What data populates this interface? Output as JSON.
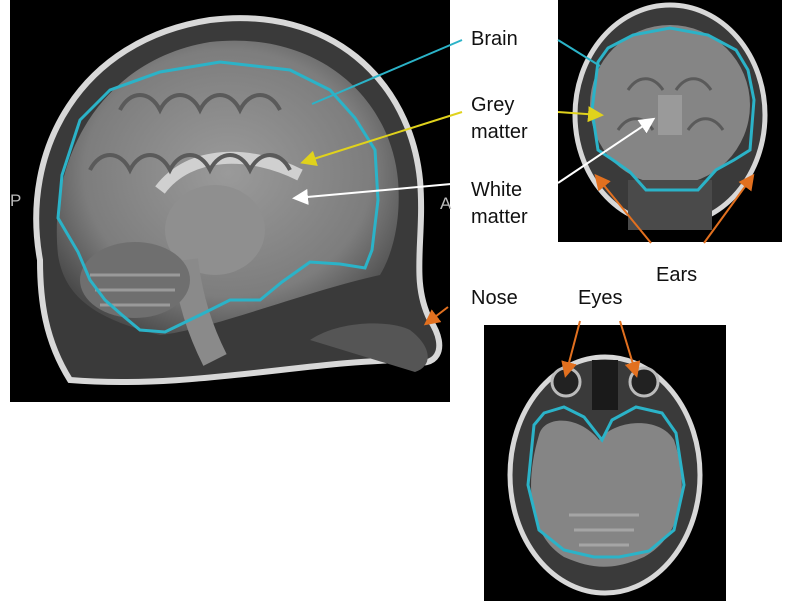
{
  "labels": {
    "brain": "Brain",
    "grey_matter": [
      "Grey",
      "matter"
    ],
    "white_matter": [
      "White",
      "matter"
    ],
    "ears": "Ears",
    "nose": "Nose",
    "eyes": "Eyes"
  },
  "sagittal_side_labels": {
    "posterior": "P",
    "anterior": "A"
  },
  "colors": {
    "brain_outline": "#2bb3c8",
    "grey_matter_arrow": "#e0d21c",
    "white_matter_arrow": "#ffffff",
    "anatomy_arrows": "#e2701f"
  }
}
